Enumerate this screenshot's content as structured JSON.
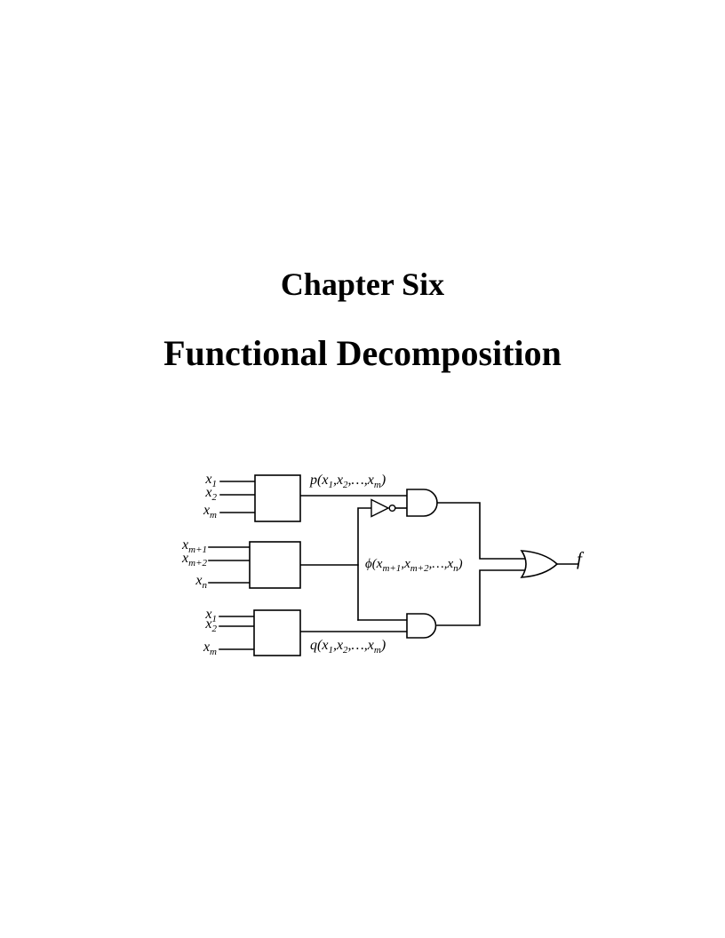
{
  "colors": {
    "ink": "#000000",
    "background": "#ffffff"
  },
  "page": {
    "chapter_title": "Chapter Six",
    "main_title": "Functional Decomposition"
  },
  "diagram": {
    "labels": {
      "block_p_inputs": [
        [
          {
            "t": "x"
          },
          {
            "s": "1"
          }
        ],
        [
          {
            "t": "x"
          },
          {
            "s": "2"
          }
        ],
        [
          {
            "t": "x"
          },
          {
            "s": "m"
          }
        ]
      ],
      "block_phi_inputs": [
        [
          {
            "t": "x"
          },
          {
            "s": "m+1"
          }
        ],
        [
          {
            "t": "x"
          },
          {
            "s": "m+2"
          }
        ],
        [
          {
            "t": "x"
          },
          {
            "s": "n"
          }
        ]
      ],
      "block_q_inputs": [
        [
          {
            "t": "x"
          },
          {
            "s": "1"
          }
        ],
        [
          {
            "t": "x"
          },
          {
            "s": "2"
          }
        ],
        [
          {
            "t": "x"
          },
          {
            "s": "m"
          }
        ]
      ],
      "p_output": [
        {
          "t": "p("
        },
        {
          "t": "x"
        },
        {
          "s": "1"
        },
        {
          "t": ",x"
        },
        {
          "s": "2"
        },
        {
          "t": ",…,x"
        },
        {
          "s": "m"
        },
        {
          "t": ")"
        }
      ],
      "phi_output": [
        {
          "t": "ϕ("
        },
        {
          "t": "x"
        },
        {
          "s": "m+1"
        },
        {
          "t": ",x"
        },
        {
          "s": "m+2"
        },
        {
          "t": ",…,x"
        },
        {
          "s": "n"
        },
        {
          "t": ")"
        }
      ],
      "q_output": [
        {
          "t": "q("
        },
        {
          "t": "x"
        },
        {
          "s": "1"
        },
        {
          "t": ",x"
        },
        {
          "s": "2"
        },
        {
          "t": ",…,x"
        },
        {
          "s": "m"
        },
        {
          "t": ")"
        }
      ],
      "final_output": "f"
    }
  }
}
